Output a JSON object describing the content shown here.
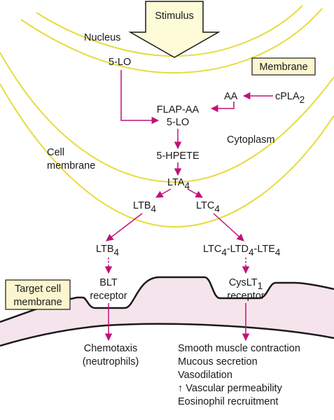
{
  "colors": {
    "membrane_line": "#e6dc3c",
    "arrow": "#c0127a",
    "stimulus_fill": "#fdfbd8",
    "label_box_fill": "#fbf6cf",
    "target_cell_fill": "#f5e4ec"
  },
  "stimulus": "Stimulus",
  "nucleus": "Nucleus",
  "membrane_box": "Membrane",
  "five_lo_nucleus": "5-LO",
  "aa": "AA",
  "cpla2": {
    "main": "cPLA",
    "sub": "2"
  },
  "flap_aa": "FLAP-AA",
  "five_lo_complex": "5-LO",
  "cytoplasm": "Cytoplasm",
  "cell_membrane": {
    "line1": "Cell",
    "line2": "membrane"
  },
  "five_hpete": "5-HPETE",
  "lta4": {
    "main": "LTA",
    "sub": "4"
  },
  "ltb4_inner": {
    "main": "LTB",
    "sub": "4"
  },
  "ltc4_inner": {
    "main": "LTC",
    "sub": "4"
  },
  "ltb4_outer": {
    "main": "LTB",
    "sub": "4"
  },
  "cysteinyl": {
    "a": "LTC",
    "a_sub": "4",
    "b": "-LTD",
    "b_sub": "4",
    "c": "-LTE",
    "c_sub": "4"
  },
  "blt_receptor": {
    "line1": "BLT",
    "line2": "receptor"
  },
  "cyslt1_receptor": {
    "main": "CysLT",
    "sub": "1",
    "line2": "receptor"
  },
  "target_cell_membrane": {
    "line1": "Target cell",
    "line2": "membrane"
  },
  "blt_effects": [
    "Chemotaxis",
    "(neutrophils)"
  ],
  "cyslt_effects": [
    "Smooth muscle contraction",
    "Mucous secretion",
    "Vasodilation",
    "↑ Vascular permeability",
    "Eosinophil recruitment"
  ]
}
